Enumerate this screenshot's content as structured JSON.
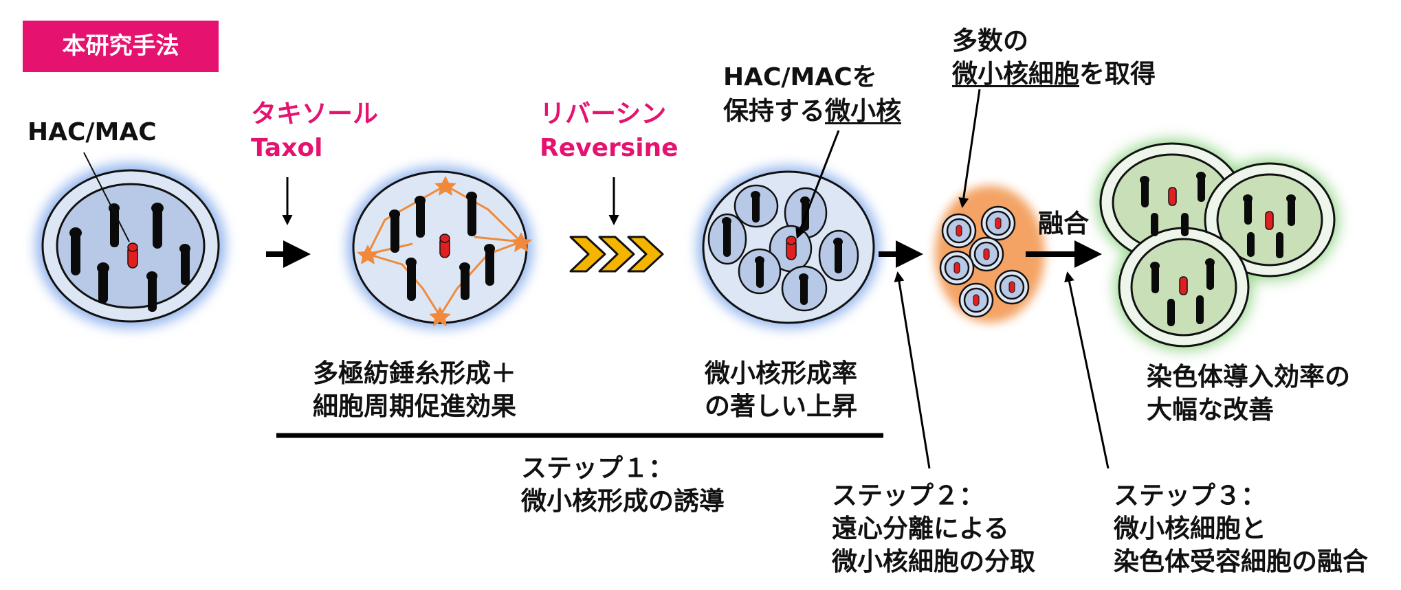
{
  "title": "本研究手法",
  "hac_label": "HAC/MAC",
  "drug1": {
    "jp": "タキソール",
    "en": "Taxol"
  },
  "drug2": {
    "jp": "リバーシン",
    "en": "Reversine"
  },
  "micronucleus_label": {
    "line1": "HAC/MACを",
    "line2_prefix": "保持する",
    "line2_underlined": "微小核"
  },
  "microcell_label": {
    "line1": "多数の",
    "line2_underlined": "微小核細胞",
    "line2_suffix": "を取得"
  },
  "fusion_label": "融合",
  "effect1": [
    "多極紡錘糸形成＋",
    "細胞周期促進効果"
  ],
  "effect2": [
    "微小核形成率",
    "の著しい上昇"
  ],
  "effect3": [
    "染色体導入効率の",
    "大幅な改善"
  ],
  "step1": [
    "ステップ１：",
    "微小核形成の誘導"
  ],
  "step2": [
    "ステップ２：",
    "遠心分離による",
    "微小核細胞の分取"
  ],
  "step3": [
    "ステップ３：",
    "微小核細胞と",
    "染色体受容細胞の融合"
  ],
  "colors": {
    "accent_pink": "#e5136f",
    "nucleus_blue": "#b7c9e6",
    "cell_fill": "#dde6f4",
    "recipient_green": "#c8dfb8",
    "spindle_orange": "#ef8a3c",
    "arrow_yellow": "#f4b400",
    "hac_red": "#e02020"
  }
}
